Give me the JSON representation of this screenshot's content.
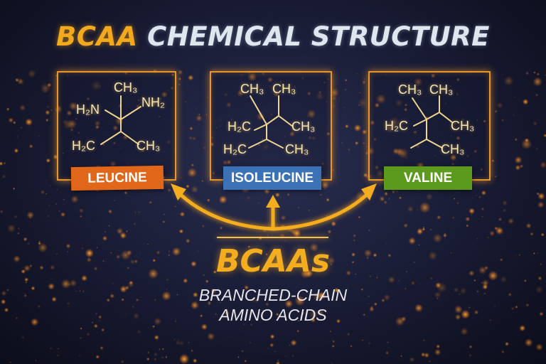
{
  "title": {
    "part1": "BCAA",
    "part2": "CHEMICAL STRUCTURE"
  },
  "molecules": [
    {
      "name": "LEUCINE",
      "color": "#e0661a",
      "groups": [
        "CH₃",
        "H₂N",
        "NH₂",
        "H₂C",
        "CH₃"
      ]
    },
    {
      "name": "ISOLEUCINE",
      "color": "#3b72b6",
      "groups": [
        "CH₃",
        "CH₃",
        "H₂C",
        "CH₃",
        "H₂C",
        "CH₃"
      ]
    },
    {
      "name": "VALINE",
      "color": "#5c9a1e",
      "groups": [
        "CH₃",
        "CH₃",
        "H₂C",
        "CH₃",
        "CH₃"
      ]
    }
  ],
  "footer": {
    "title": "BCAAs",
    "line1": "BRANCHED-CHAIN",
    "line2": "AMINO ACIDS"
  },
  "colors": {
    "accent": "#f2a91e",
    "box": "#e8962a"
  }
}
